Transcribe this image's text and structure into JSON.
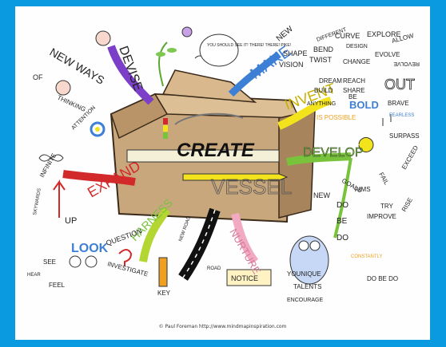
{
  "words": {
    "new_ways": "NEW WAYS",
    "of": "OF",
    "thinking": "THINKING",
    "devise": "DEVISE",
    "you_should": "YOU SHOULD SEE IT! THERE! THERE! PIKE!",
    "make": "MAKE",
    "new": "NEW",
    "vision": "VISION",
    "shape": "SHAPE",
    "bend": "BEND",
    "curve": "CURVE",
    "twist": "TWIST",
    "change": "CHANGE",
    "design": "DESIGN",
    "explore": "EXPLORE",
    "allow": "ALLOW",
    "evolve": "EVOLVE",
    "revolve": "REVOLVE",
    "different": "DIFFERENT",
    "invent": "INVENT",
    "dream": "DREAM",
    "build": "BUILD",
    "reach": "REACH",
    "share": "SHARE",
    "out": "OUT",
    "anything": "ANYTHING",
    "is_possible": "IS POSSIBLE",
    "be": "BE",
    "bold": "BOLD",
    "brave": "BRAVE",
    "fearless": "FEARLESS",
    "create": "CREATE",
    "develop": "DEVELOP",
    "surpass": "SURPASS",
    "exceed": "EXCEED",
    "rise": "RISE",
    "goals": "GOALS",
    "aims": "AIMS",
    "fail": "FAIL",
    "try": "TRY",
    "improve": "IMPROVE",
    "do": "DO",
    "be2": "BE",
    "do2": "DO",
    "constantly": "CONSTANTLY",
    "do_be_do": "DO BE DO",
    "expand": "EXPAND",
    "attention": "ATTENTION",
    "infinite": "INFINITE",
    "up": "UP",
    "skywards": "SKYWARDS",
    "harness": "HARNESS",
    "new2": "NEW",
    "nurture": "NURTURE",
    "unique": "YOUNIQUE",
    "talents": "TALENTS",
    "encourage": "ENCOURAGE",
    "notice": "NOTICE",
    "look": "LOOK",
    "see": "SEE",
    "hear": "HEAR",
    "feel": "FEEL",
    "question": "QUESTION",
    "investigate": "INVESTIGATE",
    "key": "KEY",
    "new_road": "NEW ROAD",
    "road": "ROAD",
    "vessel": "VESSEL"
  },
  "credit": "© Paul Foreman http://www.mindmapinspiration.com",
  "colors": {
    "frame": "#0a9ae0",
    "box": "#c9a77c",
    "box_dark": "#a8845c",
    "purple": "#7b3fc8",
    "blue": "#3e7fd6",
    "yellow": "#f3e31c",
    "green": "#78c23c",
    "orange": "#f0a020",
    "red": "#d22a2a",
    "lime": "#b4d632",
    "pink": "#f2a9c2"
  }
}
